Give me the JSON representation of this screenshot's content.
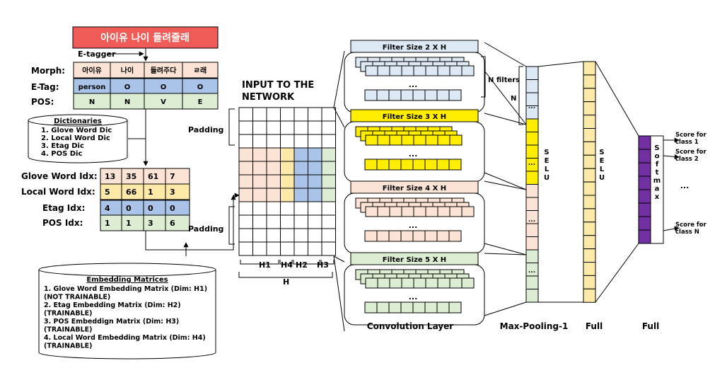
{
  "colors": {
    "title_bg": "#ef5b57",
    "morph": "#fbe4d6",
    "etag": "#a9c4e8",
    "pos": "#dcedd3",
    "glove": "#fbe4d6",
    "local": "#fde9a8",
    "etag_idx": "#a9c4e8",
    "pos_idx": "#dcedd3",
    "filter2": "#dde8f5",
    "filter3": "#ffee00",
    "filter4": "#fbe4d6",
    "filter5": "#dcedd3",
    "softmax": "#7030a0"
  },
  "sentence": "아이유 나이 들려줄래",
  "etagger_label": "E-tagger",
  "rows": {
    "morph": {
      "label": "Morph:",
      "cells": [
        "아이유",
        "나이",
        "들려주다",
        "ㄹ래"
      ]
    },
    "etag": {
      "label": "E-Tag:",
      "cells": [
        "person",
        "O",
        "O",
        "O"
      ]
    },
    "pos": {
      "label": "POS:",
      "cells": [
        "N",
        "N",
        "V",
        "E"
      ]
    }
  },
  "dictionaries": {
    "title": "Dictionaries",
    "items": [
      "1. Glove Word Dic",
      "2. Local Word Dic",
      "3. Etag Dic",
      "4. POS Dic"
    ]
  },
  "idx": {
    "glove": {
      "label": "Glove Word Idx:",
      "cells": [
        "13",
        "35",
        "61",
        "7"
      ]
    },
    "local": {
      "label": "Local Word Idx:",
      "cells": [
        "5",
        "66",
        "1",
        "3"
      ]
    },
    "etag": {
      "label": "Etag  Idx:",
      "cells": [
        "4",
        "0",
        "0",
        "0"
      ]
    },
    "pos": {
      "label": "POS  Idx:",
      "cells": [
        "1",
        "1",
        "3",
        "6"
      ]
    }
  },
  "embedding": {
    "title": "Embedding Matrices",
    "lines": [
      "1. Glove Word Embedding Matrix (Dim: H1)",
      "(NOT TRAINABLE)",
      "2. Etag Embedding Matrix (Dim: H2)",
      "(TRAINABLE)",
      "3. POS Embeddign Matrix (Dim: H3)",
      "(TRAINABLE)",
      "4. Local Word Embedding Matrix (Dim: H4)",
      "(TRAINABLE)"
    ]
  },
  "input_title": [
    "INPUT TO THE",
    "NETWORK"
  ],
  "padding_label": "Padding",
  "h_labels": [
    "H1",
    "H4",
    "H2",
    "H3"
  ],
  "h_total": "H",
  "filters": [
    {
      "title": "Filter Size 2 X H",
      "dots": "..."
    },
    {
      "title": "Filter Size 3 X H",
      "dots": "..."
    },
    {
      "title": "Filter Size 4 X H",
      "dots": "..."
    },
    {
      "title": "Filter Size 5 X H",
      "dots": "..."
    }
  ],
  "n_filters": "N filters",
  "n_label": "N",
  "selu": "SELU",
  "softmax": "Softmax",
  "scores": {
    "first": "Score for class 1",
    "second": "Score for class 2",
    "dots": "...",
    "last": "Score for class N"
  },
  "footer": {
    "conv": "Convolution Layer",
    "maxpool": "Max-Pooling-1",
    "full1": "Full",
    "full2": "Full"
  }
}
